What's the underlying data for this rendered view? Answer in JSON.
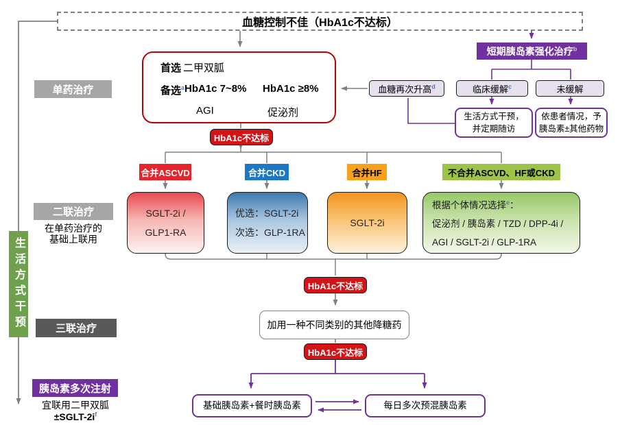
{
  "header": {
    "title": "血糖控制不佳（HbA1c不达标）"
  },
  "lifestyle_bar": {
    "label": "生活方式干预"
  },
  "stage_mono": {
    "label": "单药治疗"
  },
  "first_line": {
    "preferred_label": "首选",
    "preferred_drug": "二甲双胍",
    "alternative_label": "备选",
    "alternative_sup": "a",
    "col1_header": "HbA1c 7~8%",
    "col2_header": "HbA1c ≥8%",
    "col1_drug": "AGI",
    "col2_drug": "促泌剂"
  },
  "intensive_insulin": {
    "label": "短期胰岛素强化治疗",
    "sup": "b"
  },
  "clinical_remission": {
    "label": "临床缓解",
    "sup": "c"
  },
  "no_remission": {
    "label": "未缓解"
  },
  "glucose_rebound": {
    "label": "血糖再次升高",
    "sup": "d"
  },
  "lifestyle_followup": {
    "line1": "生活方式干预，",
    "line2": "并定期随访"
  },
  "patient_based": {
    "line1": "依患者情况，予",
    "line2": "胰岛素±其他药物"
  },
  "hba1c_badge": {
    "label": "HbA1c不达标"
  },
  "branches": [
    {
      "header": "合并ASCVD",
      "line1": "SGLT-2i /",
      "line2": "GLP1-RA",
      "color": "#e8232b"
    },
    {
      "header": "合并CKD",
      "line1": "优选：SGLT-2i",
      "line2": "次选：GLP-1RA",
      "color": "#1b78c4"
    },
    {
      "header": "合并HF",
      "line1": "SGLT-2i",
      "color": "#f9a11b"
    },
    {
      "header": "不合并ASCVD、HF或CKD",
      "line1": "根据个体情况选择",
      "line1_sup": "e",
      "line1_colon": "：",
      "line2": "促泌剂 / 胰岛素 / TZD / DPP-4i /",
      "line3": "AGI / SGLT-2i / GLP-1RA",
      "color": "#9dc449"
    }
  ],
  "stage_dual": {
    "label": "二联治疗",
    "note1": "在单药治疗的",
    "note2": "基础上联用"
  },
  "stage_triple": {
    "label": "三联治疗"
  },
  "triple_therapy": {
    "label": "加用一种不同类别的其他降糖药"
  },
  "stage_insulin": {
    "label": "胰岛素多次注射",
    "note1": "宜联用二甲双胍",
    "note2": "±SGLT-2i",
    "note2_sup": "f"
  },
  "insulin_regimens": {
    "basal_bolus": "基础胰岛素+餐时胰岛素",
    "premixed": "每日多次预混胰岛素"
  },
  "colors": {
    "purple": "#7030a0",
    "gray_line": "#808080",
    "badge_red": "#d41317",
    "lifestyle_green": "#6ea04d",
    "stage_gray": "#a6a6a6",
    "stage_dark_gray": "#595959"
  }
}
